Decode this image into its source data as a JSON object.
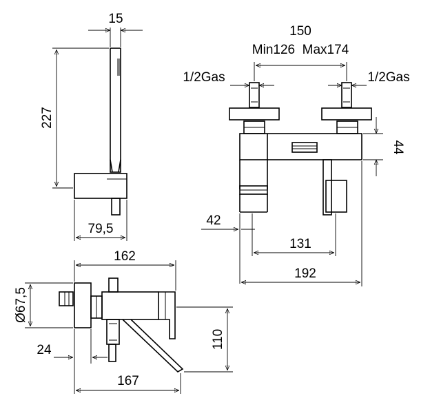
{
  "dimensions": {
    "hand_shower_width": "15",
    "hand_shower_height": "227",
    "holder_depth": "79,5",
    "center_distance": "150",
    "center_range": "Min126  Max174",
    "inlet_left": "1/2Gas",
    "inlet_right": "1/2Gas",
    "body_height": "44",
    "left_offset": "42",
    "spout_distance": "131",
    "overall_width": "192",
    "wall_to_front": "162",
    "rosette_diameter": "Ø67,5",
    "inlet_projection": "24",
    "spout_drop": "110",
    "wall_to_spout_tip": "167"
  },
  "colors": {
    "line": "#000000",
    "background": "#ffffff"
  }
}
